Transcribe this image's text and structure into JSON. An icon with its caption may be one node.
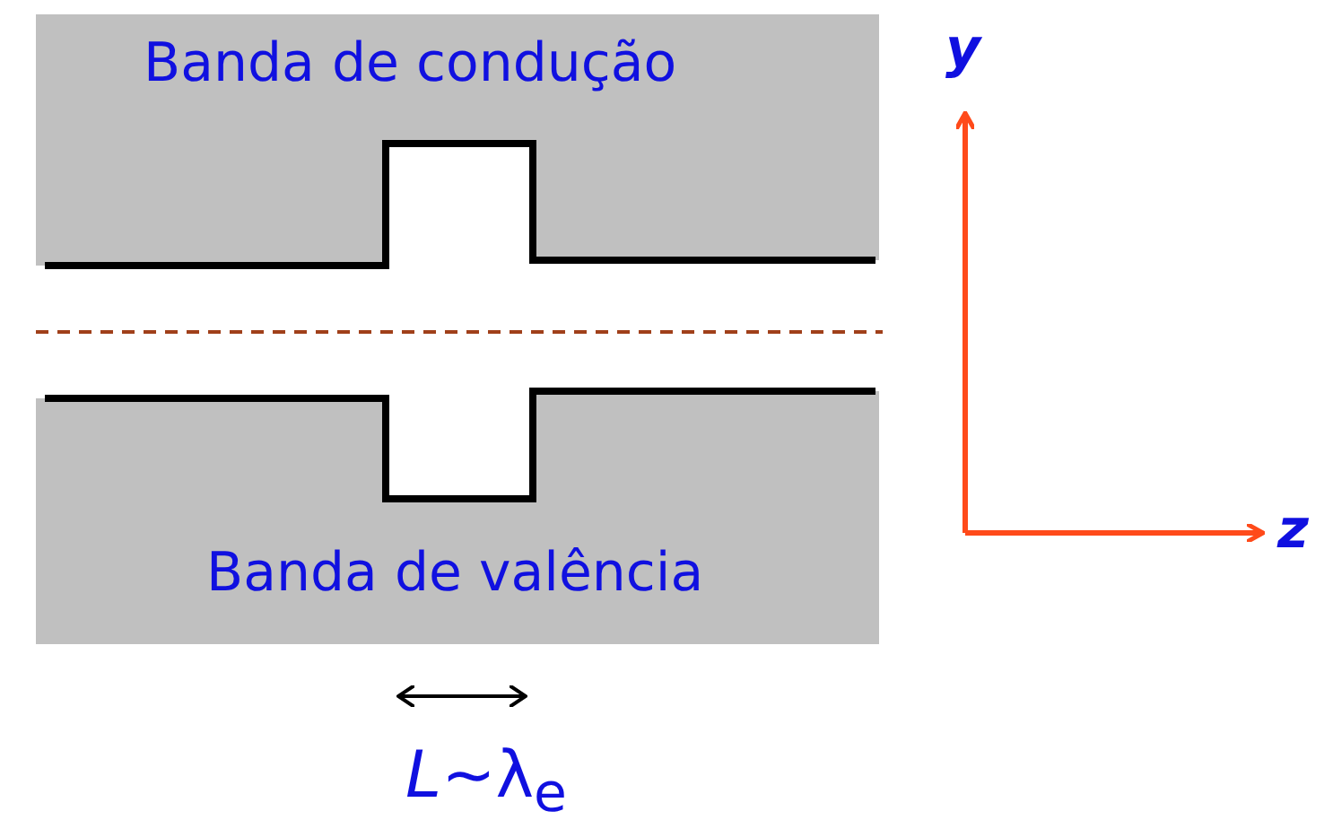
{
  "diagram": {
    "nodes": [
      {
        "text": [
          "Banda de condução"
        ]
      },
      {
        "text": [
          "Banda de valência"
        ]
      }
    ],
    "labels": [
      "y",
      "z",
      "*L*~λ$_{e}$"
    ]
  }
}
